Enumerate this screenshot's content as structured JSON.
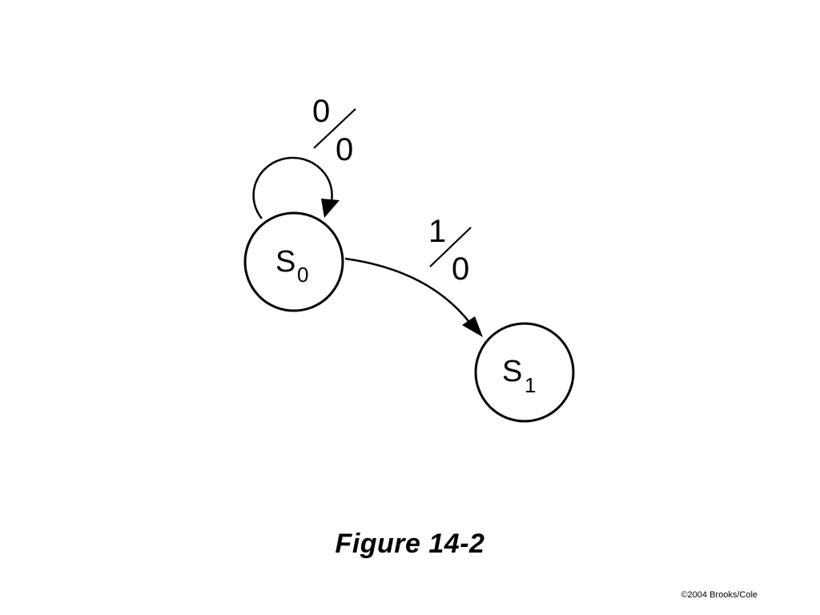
{
  "diagram": {
    "states": [
      {
        "id": "S0",
        "name": "S",
        "subscript": "0"
      },
      {
        "id": "S1",
        "name": "S",
        "subscript": "1"
      }
    ],
    "transitions": [
      {
        "from": "S0",
        "to": "S0",
        "input": "0",
        "output": "0"
      },
      {
        "from": "S0",
        "to": "S1",
        "input": "1",
        "output": "0"
      }
    ]
  },
  "caption": "Figure 14-2",
  "copyright": "©2004 Brooks/Cole"
}
